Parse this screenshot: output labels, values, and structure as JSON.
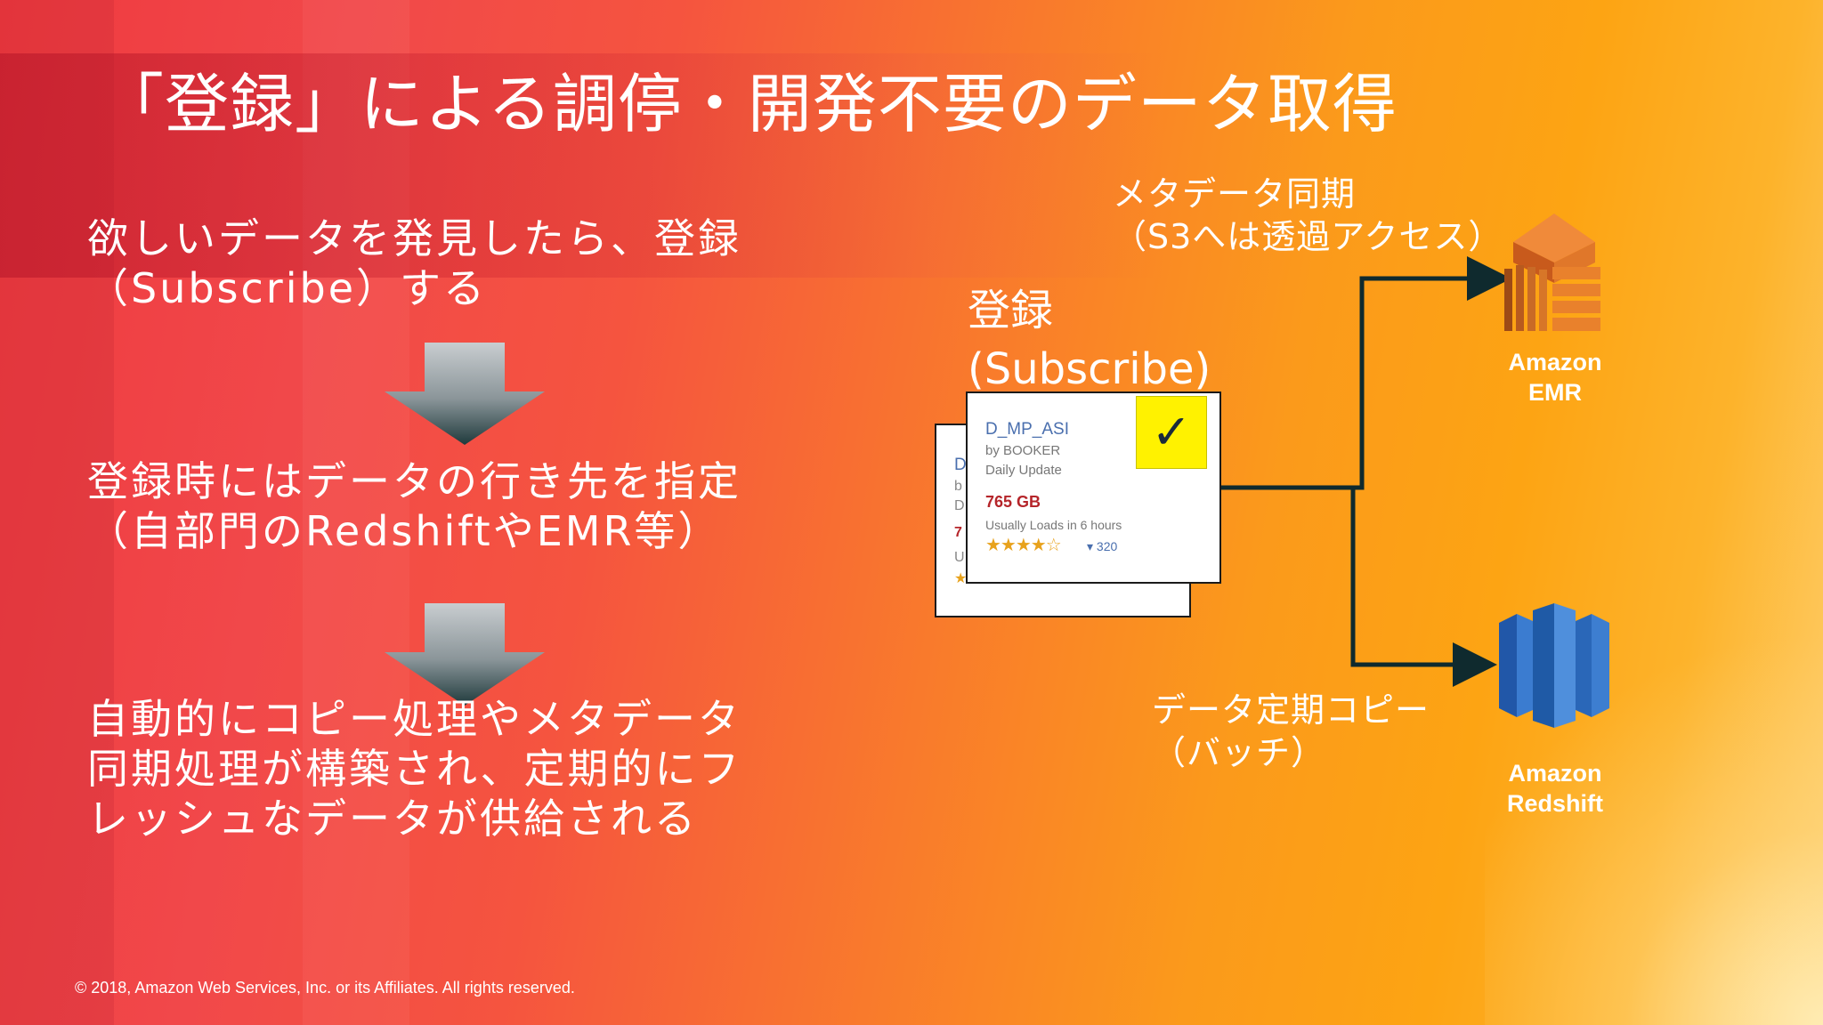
{
  "slide": {
    "title": "「登録」による調停・開発不要のデータ取得",
    "steps": [
      "欲しいデータを発見したら、登録\n（Subscribe）する",
      "登録時にはデータの行き先を指定\n（自部門のRedshiftやEMR等）",
      "自動的にコピー処理やメタデータ\n同期処理が構築され、定期的にフ\nレッシュなデータが供給される"
    ]
  },
  "diagram": {
    "metadata_sync_label": "メタデータ同期\n（S3へは透過アクセス）",
    "subscribe_label": "登録\n(Subscribe)",
    "periodic_copy_label": "データ定期コピー\n（バッチ）",
    "dataset_card": {
      "name": "D_MP_ASI",
      "by": "by BOOKER",
      "update": "Daily Update",
      "size": "765 GB",
      "loads": "Usually Loads in 6 hours",
      "stars": "★★★★☆",
      "reviews": "▾ 320",
      "check": "✓"
    },
    "back_card_fragments": [
      "D",
      "b",
      "D",
      "7",
      "U",
      "★"
    ],
    "services": [
      {
        "name": "Amazon\nEMR",
        "icon": "amazon-emr-icon"
      },
      {
        "name": "Amazon\nRedshift",
        "icon": "amazon-redshift-icon"
      }
    ],
    "colors": {
      "connector": "#0f2a2e",
      "emr_orange": "#e0772a",
      "redshift_blue": "#2f6fc0",
      "check_bg": "#fff200"
    }
  },
  "footer": {
    "copyright": "© 2018, Amazon Web Services, Inc. or its Affiliates. All rights reserved."
  }
}
